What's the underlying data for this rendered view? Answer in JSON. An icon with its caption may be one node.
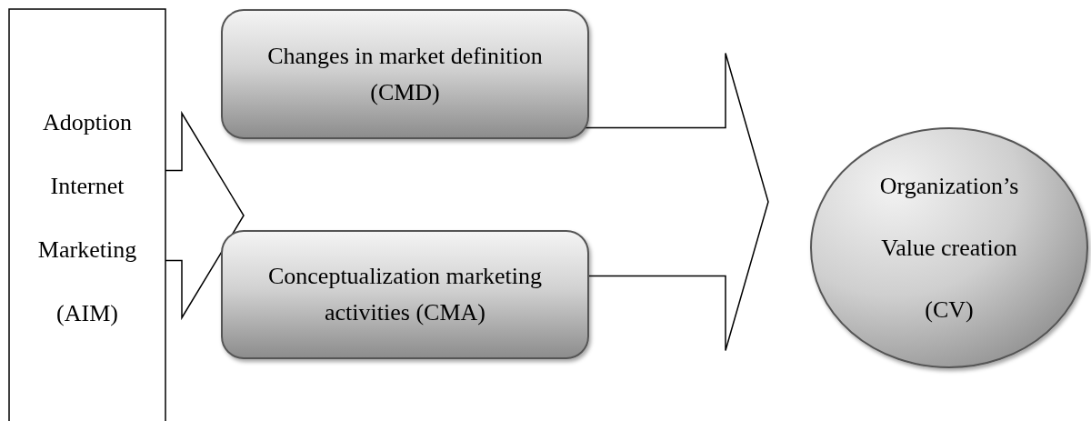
{
  "diagram": {
    "nodes": [
      {
        "text": [
          "Adoption Internet Marketing (AIM)"
        ]
      },
      {
        "text": [
          "Changes in market definition (CMD)"
        ]
      },
      {
        "text": [
          "Conceptualization marketing activities (CMA)"
        ]
      },
      {
        "text": [
          "Organization’s Value creation (CV)"
        ]
      }
    ],
    "edges": [
      {
        "from": 0,
        "to": 1,
        "arrow": "to"
      },
      {
        "from": 0,
        "to": 2,
        "arrow": "to"
      },
      {
        "from": 1,
        "to": 3,
        "arrow": "to"
      },
      {
        "from": 2,
        "to": 3,
        "arrow": "to"
      }
    ]
  }
}
